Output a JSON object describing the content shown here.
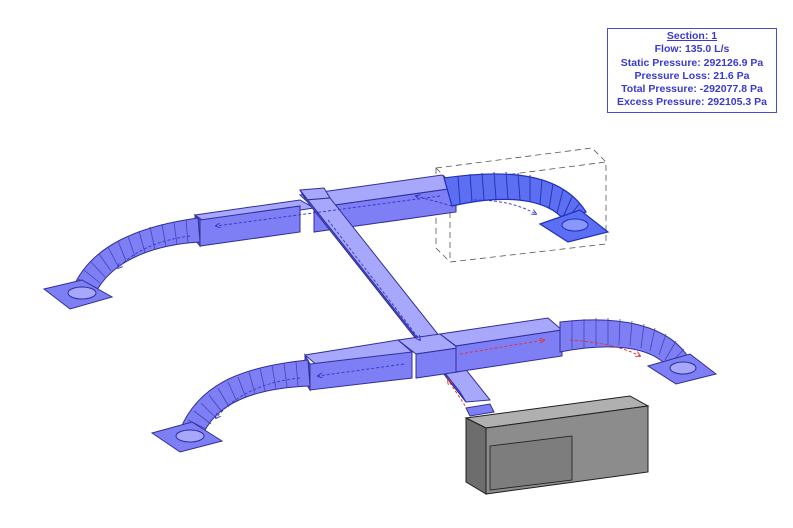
{
  "colors": {
    "duct_fill": "#7f7ff5",
    "duct_dark": "#5a5ae0",
    "duct_light": "#a7a7fb",
    "duct_edge": "#2f2f9a",
    "selected_flex": "#5c6ef2",
    "flow_arrow_blue": "#3434c8",
    "flow_arrow_red": "#e03030",
    "unit_body": "#8c8c8c",
    "unit_edge": "#1f1f1f",
    "panel_text": "#3a3ad0",
    "panel_border": "#4b4bd6"
  },
  "section_panel": {
    "title": "Section: 1",
    "flow": "Flow: 135.0 L/s",
    "static_pressure": "Static Pressure: 292126.9 Pa",
    "pressure_loss": "Pressure Loss: 21.6 Pa",
    "total_pressure": "Total Pressure: -292077.8 Pa",
    "excess_pressure": "Excess Pressure: 292105.3 Pa"
  },
  "icons": {
    "flow_arrow": "arrow-icon",
    "diffuser": "air-terminal-icon",
    "equipment": "air-handling-unit-icon"
  }
}
